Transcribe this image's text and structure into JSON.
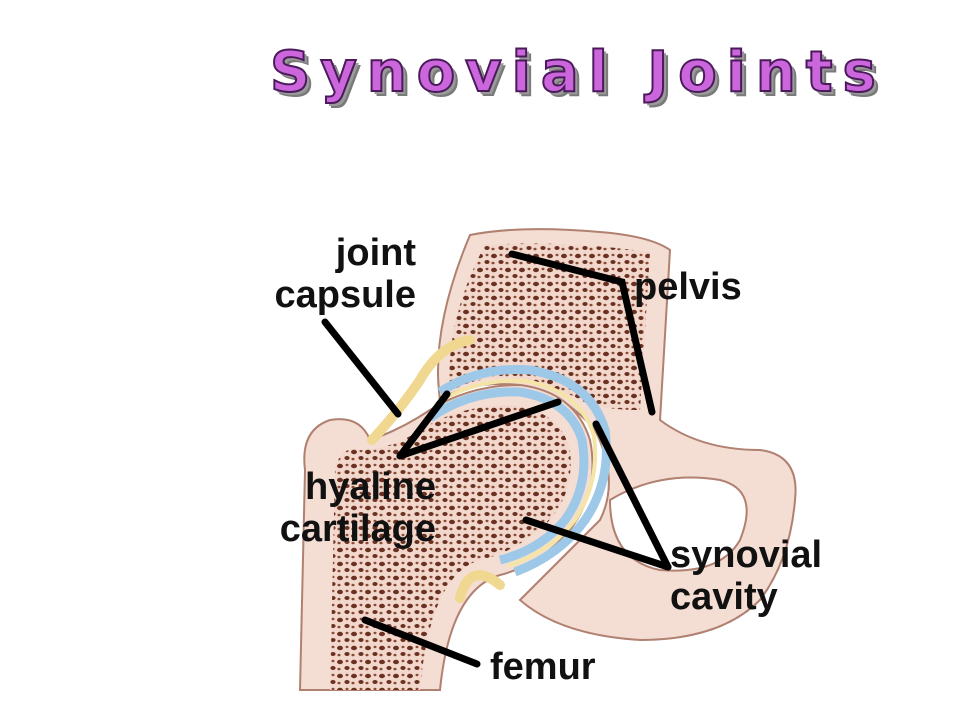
{
  "title": "Synovial Joints",
  "labels": {
    "joint_capsule": [
      "joint",
      "capsule"
    ],
    "pelvis": "pelvis",
    "hyaline_cartilage": [
      "hyaline",
      "cartilage"
    ],
    "synovial_cavity": [
      "synovial",
      "cavity"
    ],
    "femur": "femur"
  },
  "colors": {
    "title_fill": "#cc66dd",
    "bone": "#f6e6dc",
    "marrow": "#5a2a1a",
    "cartilage": "#9ec8e8",
    "capsule": "#f0d890",
    "leader": "#000000"
  }
}
